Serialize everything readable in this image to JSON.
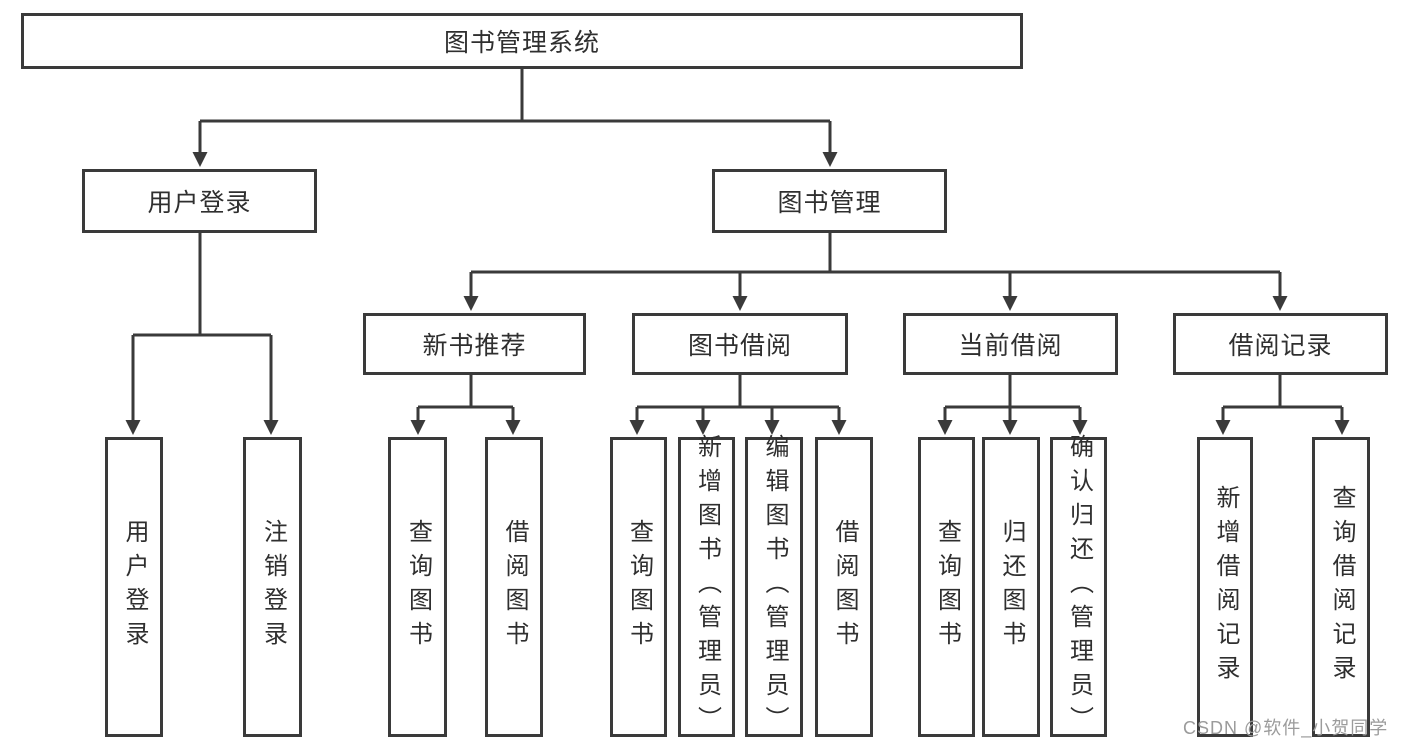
{
  "diagram": {
    "watermark": "CSDN @软件_小贺同学",
    "colors": {
      "line": "#3a3a3a",
      "text": "#2f2f2f",
      "watermark": "#9b9b9b",
      "background": "#ffffff"
    },
    "tree": {
      "root": {
        "label": "图书管理系统",
        "children": [
          {
            "label": "用户登录",
            "children": [
              {
                "label": "用户登录"
              },
              {
                "label": "注销登录"
              }
            ]
          },
          {
            "label": "图书管理",
            "children": [
              {
                "label": "新书推荐",
                "children": [
                  {
                    "label": "查询图书"
                  },
                  {
                    "label": "借阅图书"
                  }
                ]
              },
              {
                "label": "图书借阅",
                "children": [
                  {
                    "label": "查询图书"
                  },
                  {
                    "label": "新增图书（管理员）"
                  },
                  {
                    "label": "编辑图书（管理员）"
                  },
                  {
                    "label": "借阅图书"
                  }
                ]
              },
              {
                "label": "当前借阅",
                "children": [
                  {
                    "label": "查询图书"
                  },
                  {
                    "label": "归还图书"
                  },
                  {
                    "label": "确认归还（管理员）"
                  }
                ]
              },
              {
                "label": "借阅记录",
                "children": [
                  {
                    "label": "新增借阅记录"
                  },
                  {
                    "label": "查询借阅记录"
                  }
                ]
              }
            ]
          }
        ]
      }
    }
  }
}
